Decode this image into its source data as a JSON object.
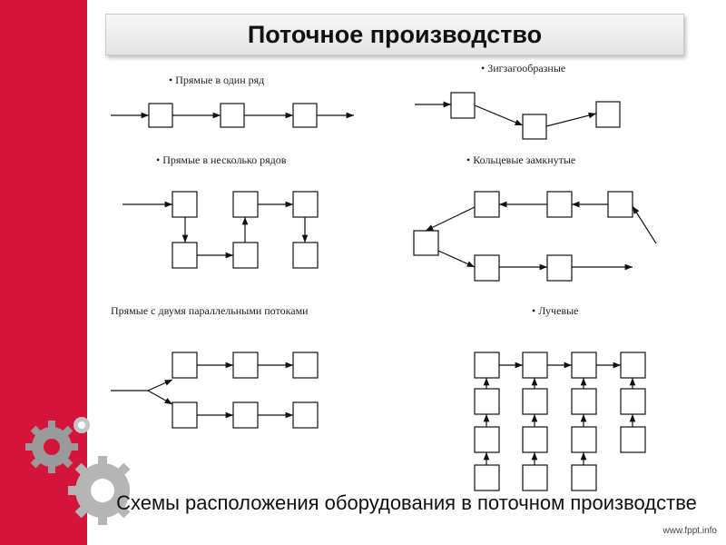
{
  "title": "Поточное производство",
  "schemes": {
    "single_row": "• Прямые в один ряд",
    "zigzag": "• Зигзагообразные",
    "multi_row": "• Прямые в несколько рядов",
    "ring_closed": "• Кольцевые замкнутые",
    "parallel_flows": "Прямые с двумя параллельными потоками",
    "radial": "• Лучевые"
  },
  "caption": "Схемы расположения оборудования в поточном производстве",
  "brand": "www.fppt.info",
  "colors": {
    "accent": "#d4143a",
    "title_bar": "#ececec",
    "ink": "#111111"
  },
  "icons": [
    "gear-icon",
    "gear-icon",
    "gear-icon"
  ]
}
